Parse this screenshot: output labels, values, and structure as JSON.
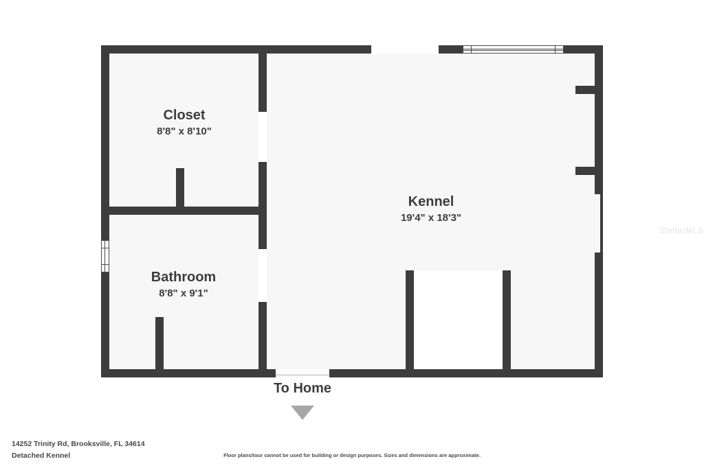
{
  "floorplan": {
    "rooms": [
      {
        "id": "closet",
        "name": "Closet",
        "dimensions": "8'8\" x 8'10\""
      },
      {
        "id": "bathroom",
        "name": "Bathroom",
        "dimensions": "8'8\" x 9'1\""
      },
      {
        "id": "kennel",
        "name": "Kennel",
        "dimensions": "19'4\" x 18'3\""
      }
    ],
    "exit_label": "To Home"
  },
  "footer": {
    "address": "14252 Trinity Rd, Brooksville, FL 34614",
    "plan_name": "Detached Kennel",
    "disclaimer": "Floor plans/tour cannot be used for building or design purposes. Sizes and dimensions are approximate."
  },
  "watermark": "StellarMLS",
  "colors": {
    "wall": "#3d3d3d",
    "floor_fill": "#f7f7f7",
    "arrow": "#a7a7a7",
    "text": "#3d3d3d"
  }
}
